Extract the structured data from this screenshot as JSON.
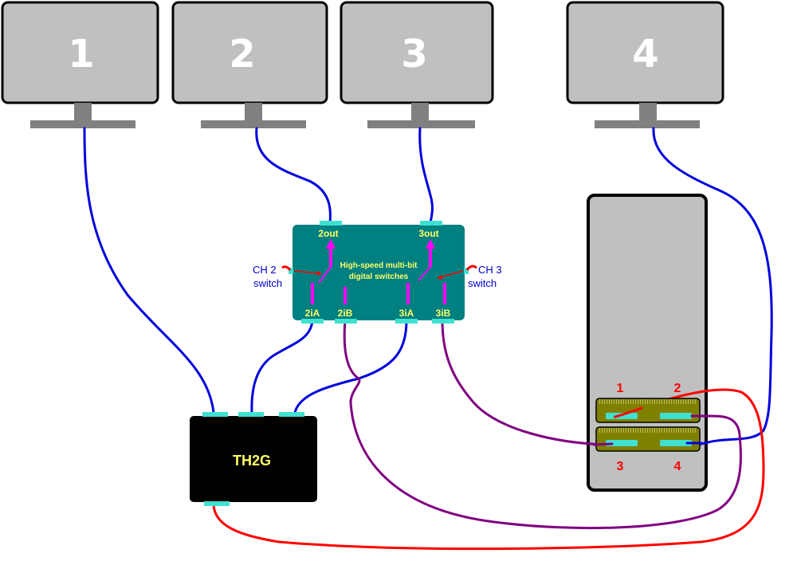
{
  "monitors": [
    {
      "label": "1"
    },
    {
      "label": "2"
    },
    {
      "label": "3"
    },
    {
      "label": "4"
    }
  ],
  "switch_box": {
    "out_labels": [
      "2out",
      "3out"
    ],
    "title_line1": "High-speed multi-bit",
    "title_line2": "digital switches",
    "in_labels": [
      "2iA",
      "2iB",
      "3iA",
      "3iB"
    ]
  },
  "ch_labels": {
    "ch2_line1": "CH 2",
    "ch2_line2": "switch",
    "ch3_line1": "CH 3",
    "ch3_line2": "switch"
  },
  "th2g": {
    "label": "TH2G"
  },
  "pc_ports": [
    "1",
    "2",
    "3",
    "4"
  ],
  "colors": {
    "monitor": "#c0c0c0",
    "switch_box": "#008080",
    "port": "#40e0d0",
    "cable_blue": "#0000dd",
    "cable_purple": "#800080",
    "cable_red": "#ff0000",
    "magenta": "#ff00ff",
    "card": "#808000"
  }
}
